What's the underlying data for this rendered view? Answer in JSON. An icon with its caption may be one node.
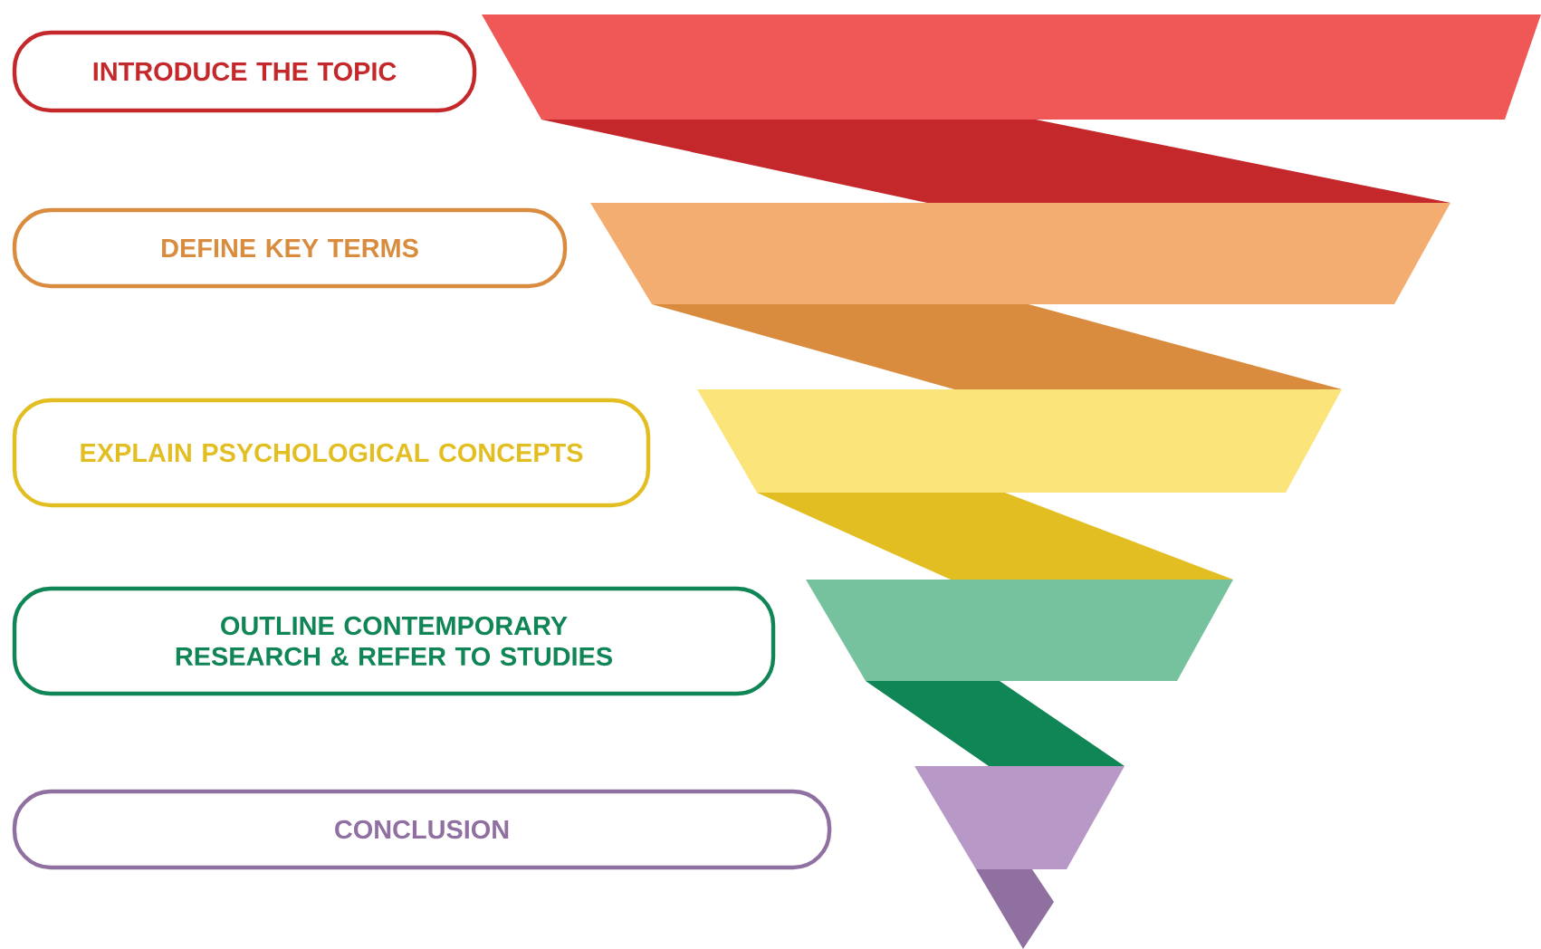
{
  "diagram": {
    "nodes": [
      {
        "text": [
          "INTRODUCE THE TOPIC"
        ]
      },
      {
        "text": [
          "DEFINE KEY TERMS"
        ]
      },
      {
        "text": [
          "EXPLAIN PSYCHOLOGICAL CONCEPTS"
        ]
      },
      {
        "text": [
          "OUTLINE CONTEMPORARY RESEARCH & REFER TO STUDIES"
        ]
      },
      {
        "text": [
          "CONCLUSION"
        ]
      }
    ]
  }
}
